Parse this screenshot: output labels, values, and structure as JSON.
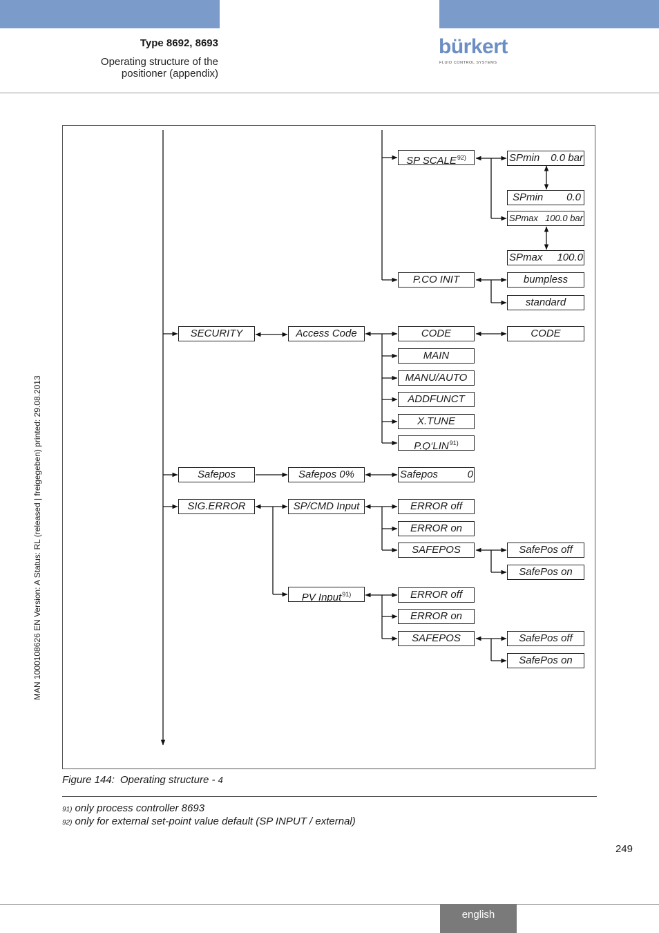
{
  "header": {
    "title": "Type 8692, 8693",
    "subtitle_lines": [
      "Operating structure of the",
      "positioner (appendix)"
    ],
    "logo": {
      "word": "bürkert",
      "tagline": "FLUID CONTROL SYSTEMS",
      "color": "#6b8fc4"
    },
    "bar_color": "#7b9ccb"
  },
  "side_text": "MAN  1000108626  EN  Version: A  Status: RL (released | freigegeben)  printed: 29.08.2013",
  "diagram": {
    "nodes": {
      "sp_scale": {
        "text": "SP   SCALE",
        "sup": "92)"
      },
      "spmin_bar": {
        "left": "SPmin",
        "right": "0.0 bar"
      },
      "spmin_val": {
        "left": "SPmin",
        "right": "0.0"
      },
      "spmax_bar": {
        "left": "SPmax",
        "right": "100.0 bar"
      },
      "spmax_val": {
        "left": "SPmax",
        "right": "100.0"
      },
      "pco_init": {
        "text": "P.CO   INIT"
      },
      "bumpless": {
        "text": "bumpless"
      },
      "standard": {
        "text": "standard"
      },
      "security": {
        "text": "SECURITY"
      },
      "access_code": {
        "text": "Access Code"
      },
      "code_1": {
        "text": "CODE"
      },
      "code_2": {
        "text": "CODE"
      },
      "main": {
        "text": "MAIN"
      },
      "manu_auto": {
        "text": "MANU/AUTO"
      },
      "addfunct": {
        "text": "ADDFUNCT"
      },
      "xtune": {
        "text": "X.TUNE"
      },
      "pqlin": {
        "text": "P.Q‘LIN",
        "sup": "91)"
      },
      "safepos": {
        "text": "Safepos"
      },
      "safepos_pct": {
        "text": "Safepos  0%"
      },
      "safepos_val": {
        "left": "Safepos",
        "right": "0"
      },
      "sig_error": {
        "text": "SIG.ERROR"
      },
      "sp_cmd_input": {
        "text": "SP/CMD Input"
      },
      "error_off_1": {
        "text": "ERROR off"
      },
      "error_on_1": {
        "text": "ERROR on"
      },
      "safepos_caps_1": {
        "text": "SAFEPOS"
      },
      "safepos_off_1": {
        "text": "SafePos off"
      },
      "safepos_on_1": {
        "text": "SafePos on"
      },
      "pv_input": {
        "text": "PV Input",
        "sup": "91)"
      },
      "error_off_2": {
        "text": "ERROR off"
      },
      "error_on_2": {
        "text": "ERROR on"
      },
      "safepos_caps_2": {
        "text": "SAFEPOS"
      },
      "safepos_off_2": {
        "text": "SafePos off"
      },
      "safepos_on_2": {
        "text": "SafePos on"
      }
    }
  },
  "caption": {
    "label": "Figure 144:",
    "text": "Operating structure - ",
    "number": "4"
  },
  "footnotes": [
    {
      "mark": "91)",
      "text": "only process controller 8693"
    },
    {
      "mark": "92)",
      "text": "only for external set-point value default (SP INPUT / external)"
    }
  ],
  "page_number": "249",
  "language_tab": "english"
}
